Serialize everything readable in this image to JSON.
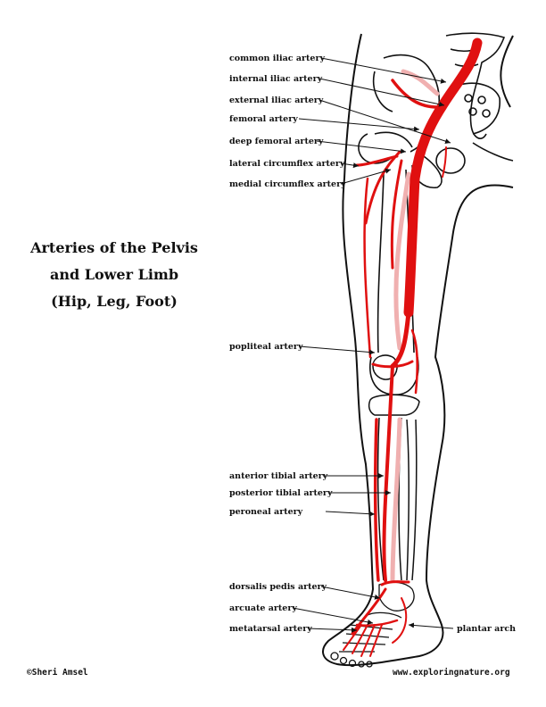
{
  "title": {
    "line1": "Arteries of the Pelvis",
    "line2": "and Lower Limb",
    "line3": "(Hip, Leg, Foot)"
  },
  "labels": {
    "common_iliac": "common iliac artery",
    "internal_iliac": "internal iliac artery",
    "external_iliac": "external iliac artery",
    "femoral": "femoral artery",
    "deep_femoral": "deep femoral artery",
    "lateral_circumflex": "lateral circumflex artery",
    "medial_circumflex": "medial circumflex artery",
    "popliteal": "popliteal artery",
    "anterior_tibial": "anterior tibial artery",
    "posterior_tibial": "posterior tibial artery",
    "peroneal": "peroneal artery",
    "dorsalis_pedis": "dorsalis pedis artery",
    "arcuate": "arcuate artery",
    "metatarsal": "metatarsal artery",
    "plantar_arch": "plantar arch"
  },
  "footer": {
    "copyright": "©Sheri Amsel",
    "website": "www.exploringnature.org"
  },
  "colors": {
    "artery": "#e01010",
    "artery_light": "#f0b0b0",
    "outline": "#111111"
  }
}
